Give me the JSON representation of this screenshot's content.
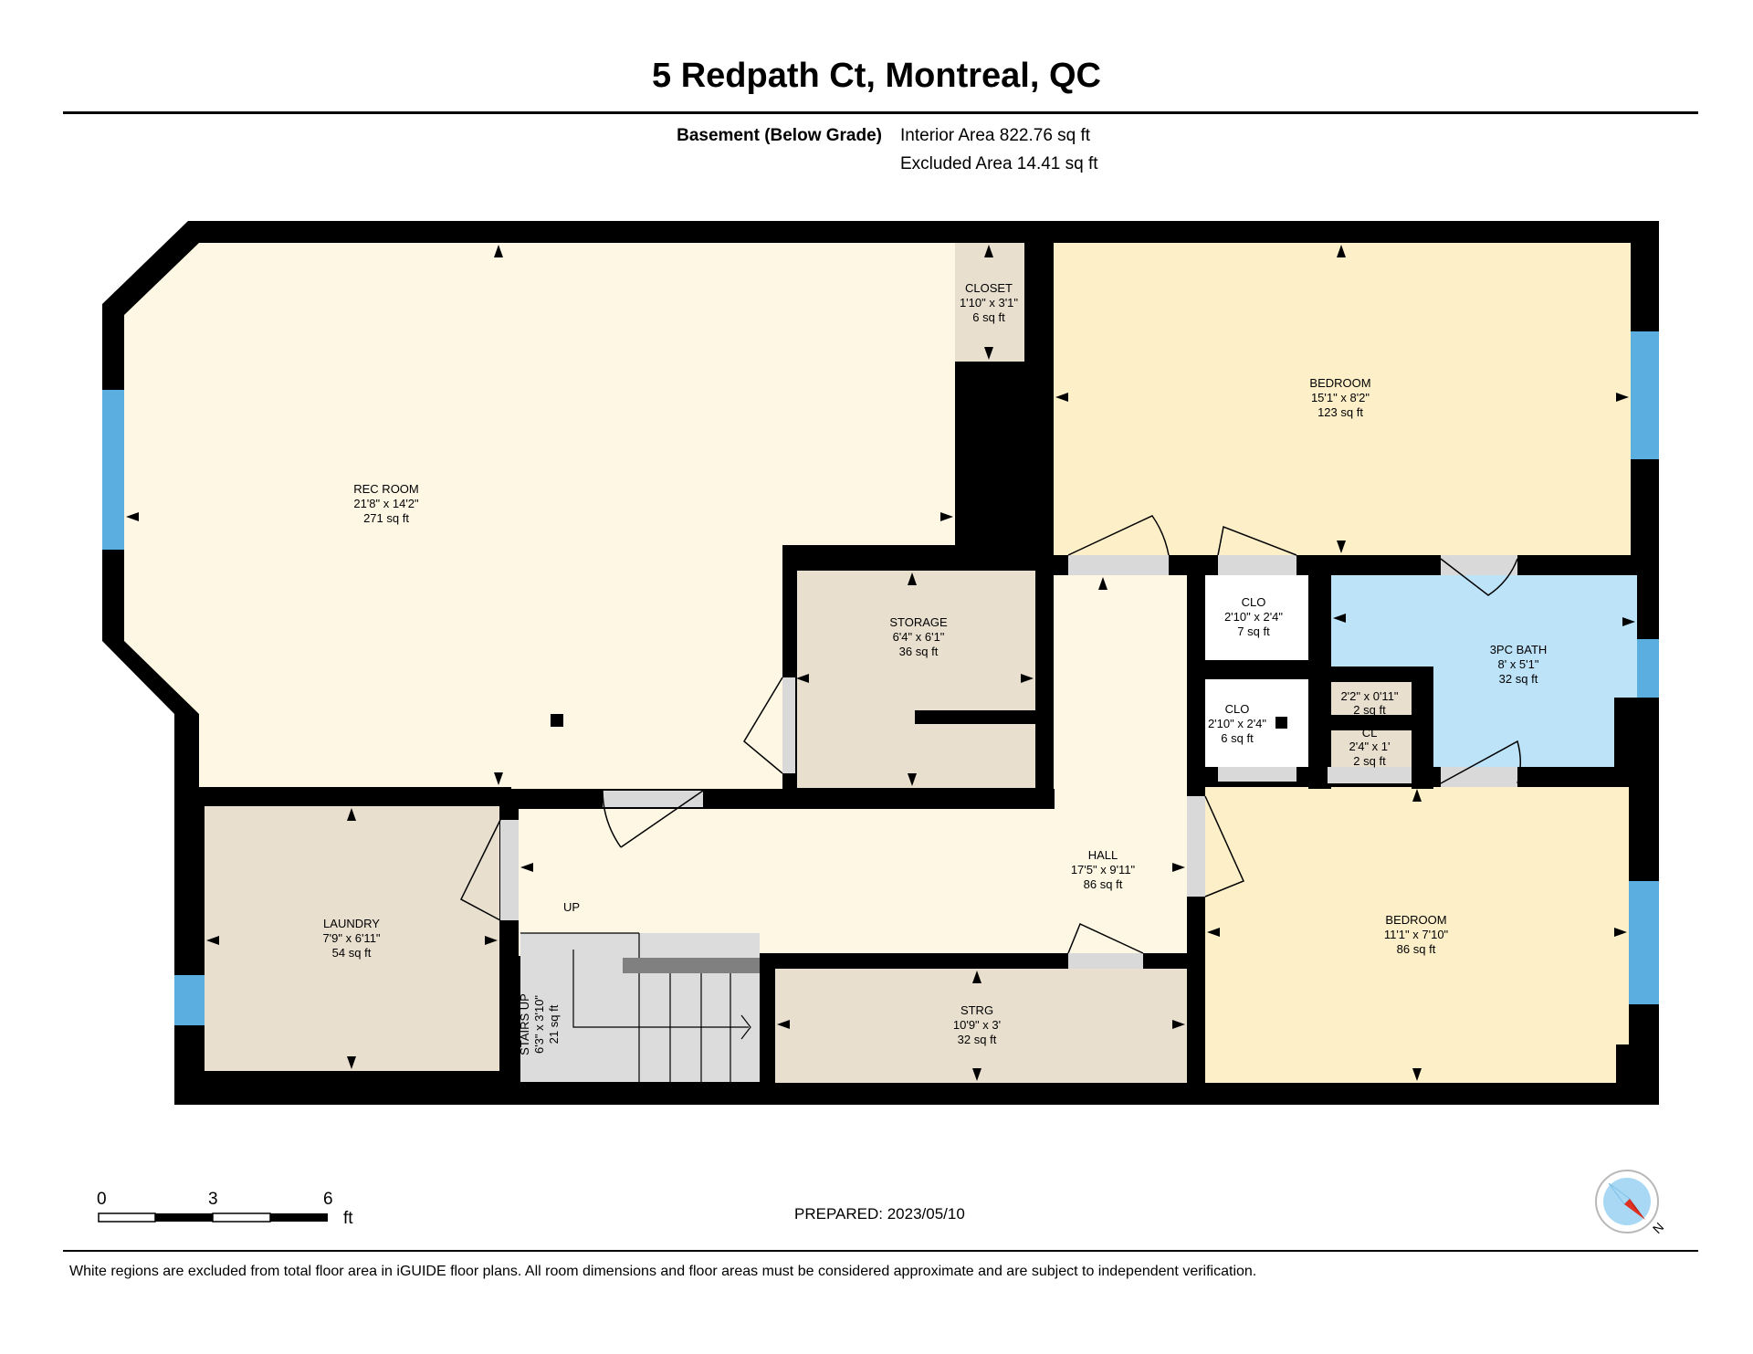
{
  "header": {
    "title": "5 Redpath Ct, Montreal, QC",
    "floor_label": "Basement (Below Grade)",
    "interior_area": "Interior Area 822.76 sq ft",
    "excluded_area": "Excluded Area 14.41 sq ft"
  },
  "rooms": {
    "rec_room": {
      "name": "REC ROOM",
      "dims": "21'8\" x 14'2\"",
      "area": "271 sq ft"
    },
    "closet": {
      "name": "CLOSET",
      "dims": "1'10\" x 3'1\"",
      "area": "6 sq ft"
    },
    "bedroom1": {
      "name": "BEDROOM",
      "dims": "15'1\" x 8'2\"",
      "area": "123 sq ft"
    },
    "storage": {
      "name": "STORAGE",
      "dims": "6'4\" x 6'1\"",
      "area": "36 sq ft"
    },
    "clo1": {
      "name": "CLO",
      "dims": "2'10\" x 2'4\"",
      "area": "7 sq ft"
    },
    "clo2": {
      "name": "CLO",
      "dims": "2'10\" x 2'4\"",
      "area": "6 sq ft"
    },
    "cl1": {
      "name": "CL",
      "dims": "2'2\" x 0'11\"",
      "area": "2 sq ft"
    },
    "cl2": {
      "name": "CL",
      "dims": "2'4\" x 1'",
      "area": "2 sq ft"
    },
    "bath": {
      "name": "3PC BATH",
      "dims": "8' x 5'1\"",
      "area": "32 sq ft"
    },
    "hall": {
      "name": "HALL",
      "dims": "17'5\" x 9'11\"",
      "area": "86 sq ft"
    },
    "laundry": {
      "name": "LAUNDRY",
      "dims": "7'9\" x 6'11\"",
      "area": "54 sq ft"
    },
    "bedroom2": {
      "name": "BEDROOM",
      "dims": "11'1\" x 7'10\"",
      "area": "86 sq ft"
    },
    "strg": {
      "name": "STRG",
      "dims": "10'9\" x 3'",
      "area": "32 sq ft"
    },
    "stairs": {
      "name": "STAIRS UP",
      "dims": "6'3\" x 3'10\"",
      "area": "21 sq ft"
    }
  },
  "up_label": "UP",
  "scale": {
    "ticks": [
      "0",
      "3",
      "6"
    ],
    "unit": "ft"
  },
  "compass": {
    "letter": "N"
  },
  "prepared": "PREPARED: 2023/05/10",
  "disclaimer": "White regions are excluded from total floor area in iGUIDE floor plans. All room dimensions and floor areas must be considered approximate and are subject to independent verification.",
  "colors": {
    "wall": "#000000",
    "rec_room": "#fdf7e4",
    "bedroom": "#fdefc8",
    "storage": "#e8dfcf",
    "bath": "#bde3f9",
    "window": "#5aaee0",
    "stairs": "#dcdcdc",
    "door": "#d9d9d9"
  }
}
